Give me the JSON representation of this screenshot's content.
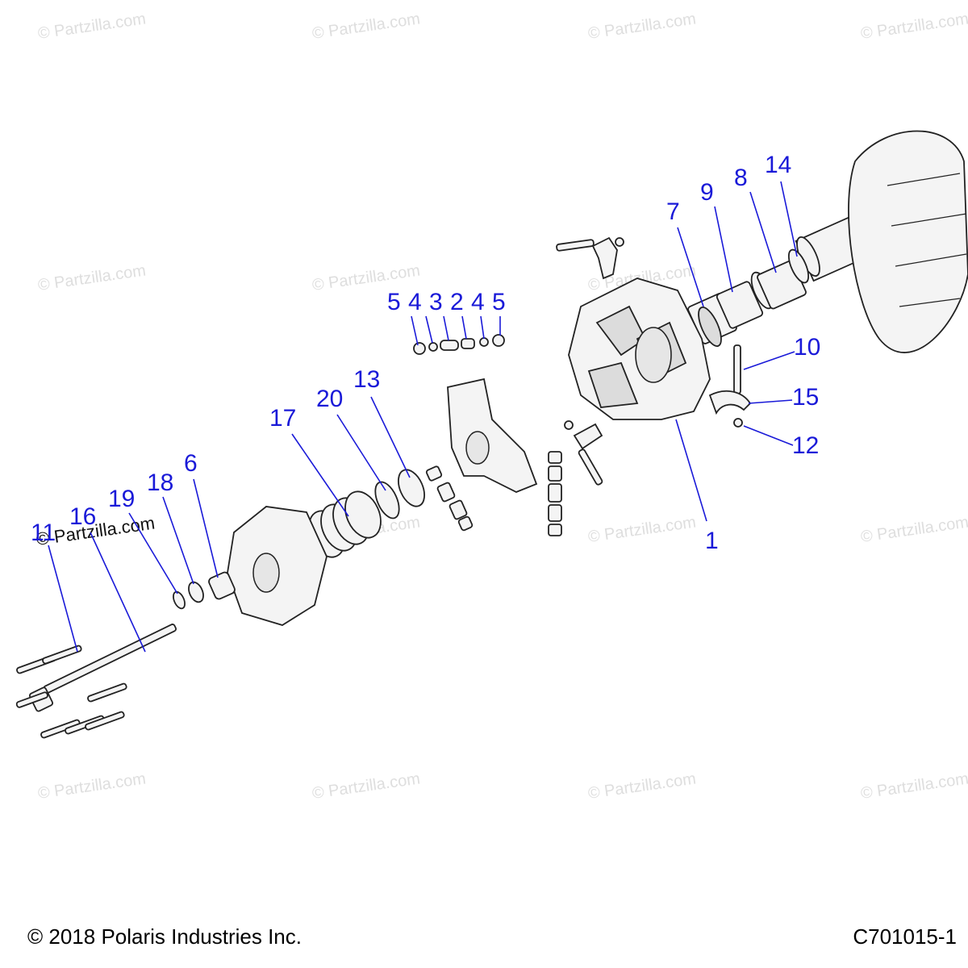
{
  "watermark": {
    "text": "© Partzilla.com"
  },
  "callouts": [
    {
      "id": "c5a",
      "label": "5"
    },
    {
      "id": "c4a",
      "label": "4"
    },
    {
      "id": "c3",
      "label": "3"
    },
    {
      "id": "c2",
      "label": "2"
    },
    {
      "id": "c4b",
      "label": "4"
    },
    {
      "id": "c5b",
      "label": "5"
    },
    {
      "id": "c7",
      "label": "7"
    },
    {
      "id": "c9",
      "label": "9"
    },
    {
      "id": "c8",
      "label": "8"
    },
    {
      "id": "c14",
      "label": "14"
    },
    {
      "id": "c10",
      "label": "10"
    },
    {
      "id": "c15",
      "label": "15"
    },
    {
      "id": "c12",
      "label": "12"
    },
    {
      "id": "c1",
      "label": "1"
    },
    {
      "id": "c13",
      "label": "13"
    },
    {
      "id": "c20",
      "label": "20"
    },
    {
      "id": "c17",
      "label": "17"
    },
    {
      "id": "c6",
      "label": "6"
    },
    {
      "id": "c18",
      "label": "18"
    },
    {
      "id": "c19",
      "label": "19"
    },
    {
      "id": "c16",
      "label": "16"
    },
    {
      "id": "c11",
      "label": "11"
    }
  ],
  "footer": {
    "copyright": "© 2018 Polaris Industries Inc.",
    "diagram_code": "C701015-1"
  }
}
